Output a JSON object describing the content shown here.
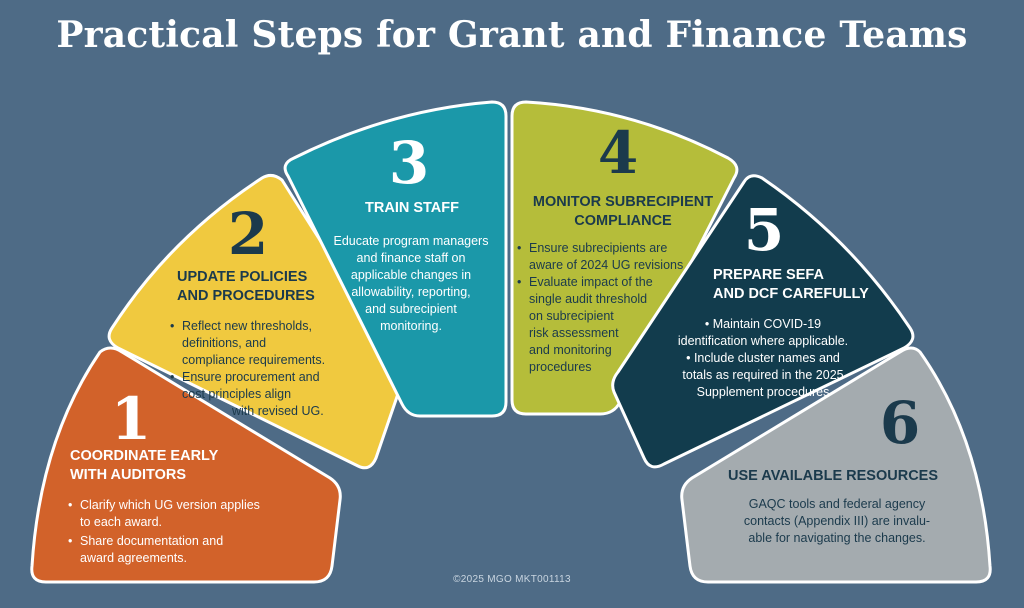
{
  "title": "Practical Steps for Grant and Finance Teams",
  "footer": "©2025 MGO  MKT001113",
  "colors": {
    "background": "#4e6b86",
    "step1": "#d2622a",
    "step2": "#f0c93f",
    "step3": "#1b98a9",
    "step4": "#b5bd3a",
    "step5": "#123c4d",
    "step6": "#a4abaf",
    "number_dark": "#1b3a4c"
  },
  "steps": [
    {
      "number": "1",
      "heading_lines": [
        "COORDINATE EARLY",
        "WITH AUDITORS"
      ],
      "bullets": [
        [
          "Clarify which UG version applies",
          "to each award."
        ],
        [
          "Share documentation and",
          "award agreements."
        ]
      ]
    },
    {
      "number": "2",
      "heading_lines": [
        "UPDATE POLICIES",
        "AND PROCEDURES"
      ],
      "bullets": [
        [
          "Reflect new thresholds,",
          "definitions, and",
          "compliance requirements."
        ],
        [
          "Ensure procurement and",
          "cost principles align",
          "with revised UG."
        ]
      ]
    },
    {
      "number": "3",
      "heading_lines": [
        "TRAIN STAFF"
      ],
      "paragraph_lines": [
        "Educate program managers",
        "and finance staff on",
        "applicable changes in",
        "allowability, reporting,",
        "and subrecipient",
        "monitoring."
      ]
    },
    {
      "number": "4",
      "heading_lines": [
        "MONITOR SUBRECIPIENT",
        "COMPLIANCE"
      ],
      "bullets": [
        [
          "Ensure subrecipients are",
          "aware of 2024 UG revisions"
        ],
        [
          "Evaluate impact of the",
          "single audit threshold",
          "on subrecipient",
          "risk assessment",
          "and monitoring",
          "procedures"
        ]
      ]
    },
    {
      "number": "5",
      "heading_lines": [
        "PREPARE SEFA",
        "AND DCF CAREFULLY"
      ],
      "bullets": [
        [
          "Maintain COVID-19",
          "identification where applicable."
        ],
        [
          "Include cluster names and",
          "totals as required in the 2025",
          "Supplement procedures"
        ]
      ]
    },
    {
      "number": "6",
      "heading_lines": [
        "USE AVAILABLE RESOURCES"
      ],
      "paragraph_lines": [
        "GAQC tools and federal agency",
        "contacts (Appendix III) are invalu-",
        "able for navigating the changes."
      ]
    }
  ]
}
